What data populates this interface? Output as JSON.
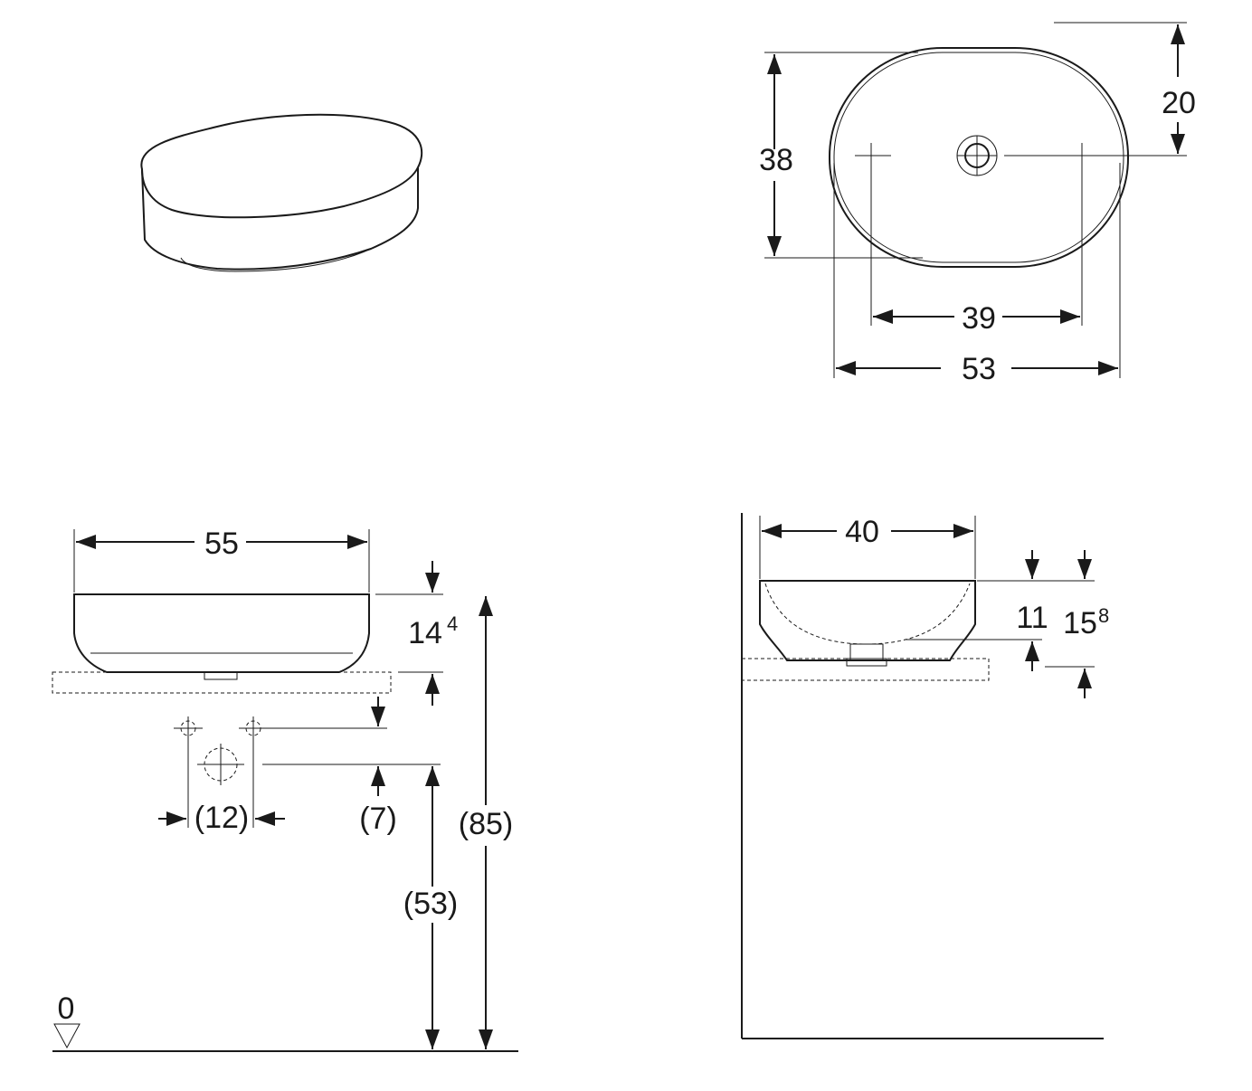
{
  "plan_view": {
    "depth": "38",
    "drain_offset": "20",
    "tap_spacing": "39",
    "width": "53"
  },
  "front_view": {
    "width": "55",
    "height_main": "14",
    "height_sup": "4",
    "tap_spacing": "(12)",
    "tap_offset": "(7)",
    "total_height": "(85)",
    "drain_height": "(53)",
    "floor_level": "0"
  },
  "side_view": {
    "depth": "40",
    "bowl_height": "11",
    "height_main": "15",
    "height_sup": "8"
  }
}
